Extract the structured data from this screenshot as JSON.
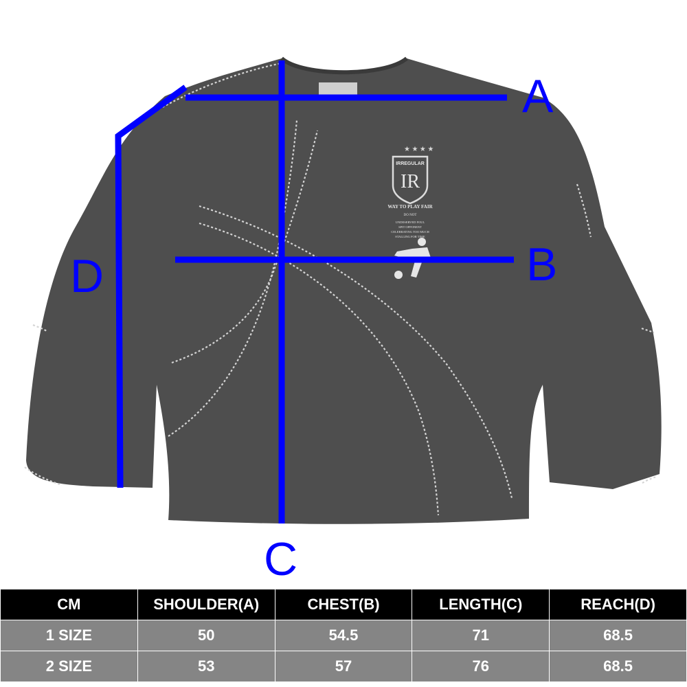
{
  "diagram": {
    "labels": {
      "a": "A",
      "b": "B",
      "c": "C",
      "d": "D"
    },
    "garment_logo": {
      "text": "IRREGULAR",
      "monogram": "IR",
      "tagline": "WAY TO PLAY FAIR",
      "subline": "DO NOT",
      "rules": [
        "UNDESERVED FOUL",
        "SPIT OPPONENT",
        "CELEBRATING TOO MUCH",
        "STALLING FOR TIME"
      ]
    },
    "colors": {
      "measure_line": "#0000ff",
      "shirt": "#4e4e4e",
      "stitching": "#d4d4d4"
    }
  },
  "size_table": {
    "headers": [
      "CM",
      "SHOULDER(A)",
      "CHEST(B)",
      "LENGTH(C)",
      "REACH(D)"
    ],
    "rows": [
      [
        "1 SIZE",
        "50",
        "54.5",
        "71",
        "68.5"
      ],
      [
        "2 SIZE",
        "53",
        "57",
        "76",
        "68.5"
      ]
    ],
    "colors": {
      "header_bg": "#000000",
      "row_bg": "#858585",
      "text": "#ffffff"
    }
  }
}
